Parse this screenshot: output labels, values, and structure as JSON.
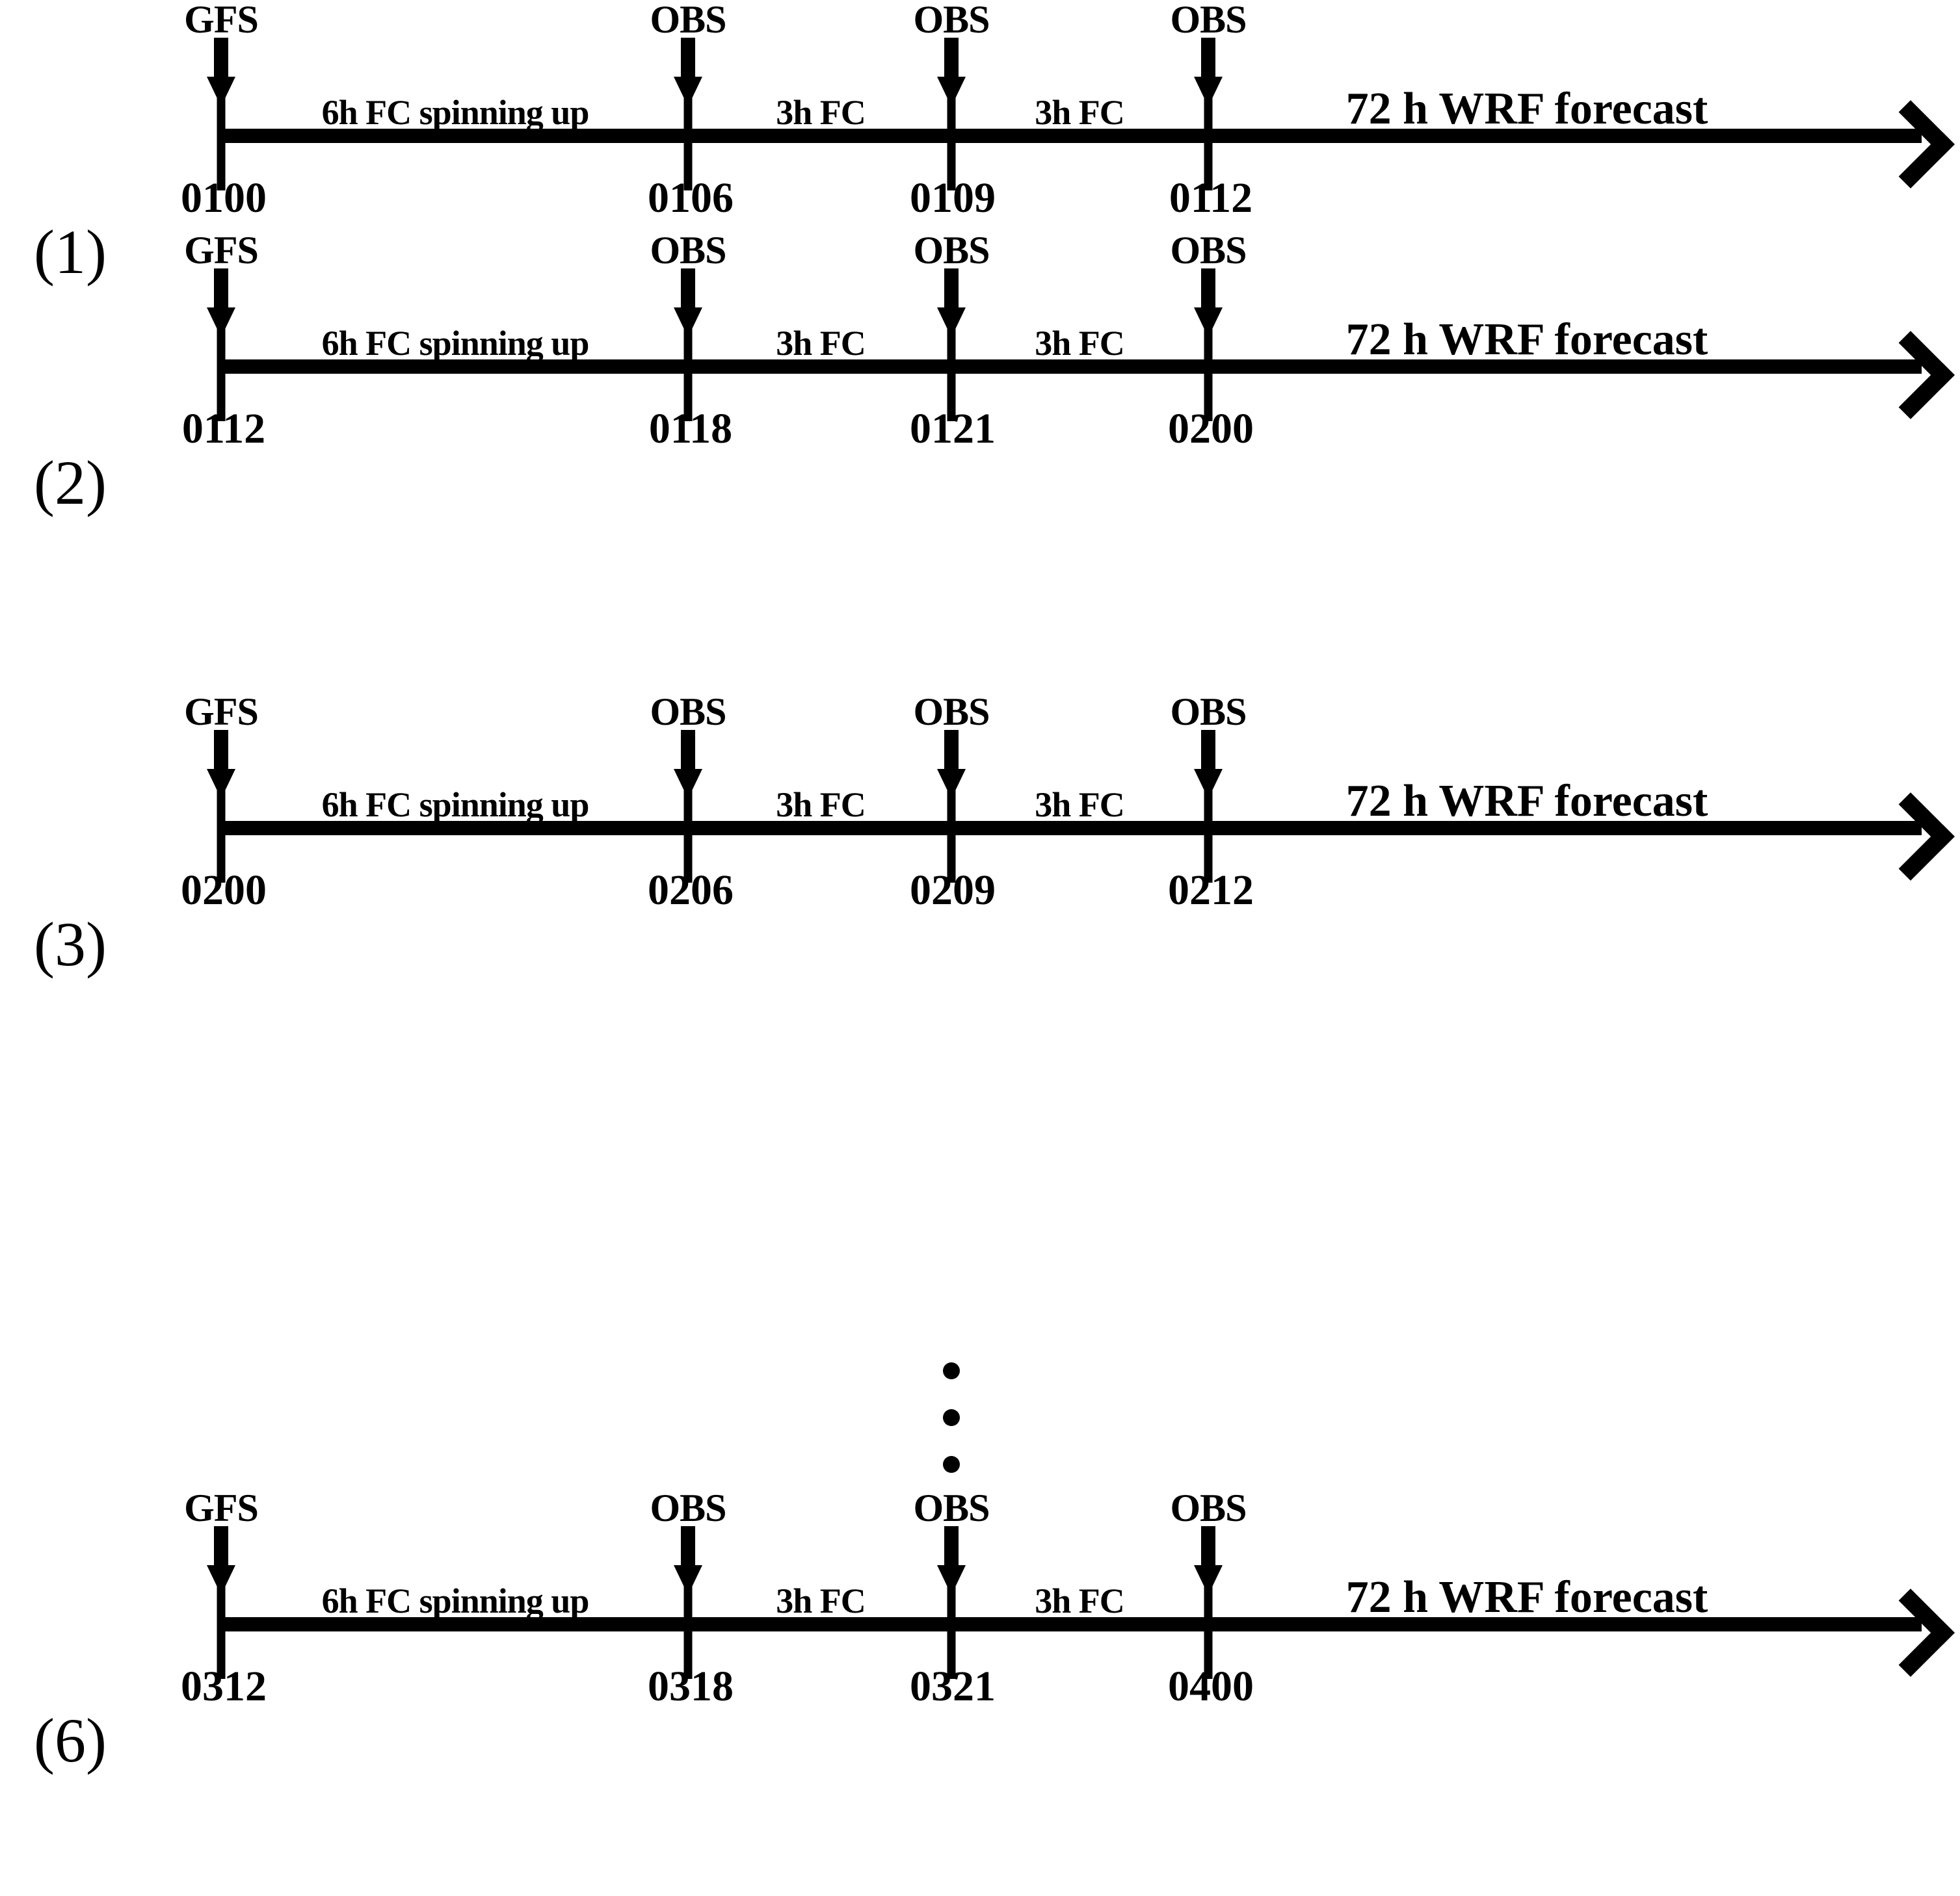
{
  "figure": {
    "type": "timeline-cycling-diagram",
    "background": "#ffffff",
    "ink": "#000000",
    "interval_labels": {
      "spinup": "6h FC spinning up",
      "fc3_a": "3h FC",
      "fc3_b": "3h FC",
      "forecast": "72 h WRF forecast"
    },
    "source_labels": {
      "gfs": "GFS",
      "obs1": "OBS",
      "obs2": "OBS",
      "obs3": "OBS"
    },
    "continuation": "vertical-ellipsis"
  },
  "blocks": [
    {
      "step": "(1)",
      "times": [
        "0100",
        "0106",
        "0109",
        "0112"
      ],
      "sources": [
        "GFS",
        "OBS",
        "OBS",
        "OBS"
      ],
      "intervals": [
        "6h FC spinning up",
        "3h FC",
        "3h FC",
        "72 h WRF forecast"
      ]
    },
    {
      "step": "(2)",
      "times": [
        "0112",
        "0118",
        "0121",
        "0200"
      ],
      "sources": [
        "GFS",
        "OBS",
        "OBS",
        "OBS"
      ],
      "intervals": [
        "6h FC spinning up",
        "3h FC",
        "3h FC",
        "72 h WRF forecast"
      ]
    },
    {
      "step": "(3)",
      "times": [
        "0200",
        "0206",
        "0209",
        "0212"
      ],
      "sources": [
        "GFS",
        "OBS",
        "OBS",
        "OBS"
      ],
      "intervals": [
        "6h FC spinning up",
        "3h FC",
        "3h FC",
        "72 h WRF forecast"
      ]
    },
    {
      "step": "(6)",
      "times": [
        "0312",
        "0318",
        "0321",
        "0400"
      ],
      "sources": [
        "GFS",
        "OBS",
        "OBS",
        "OBS"
      ],
      "intervals": [
        "6h FC spinning up",
        "3h FC",
        "3h FC",
        "72 h WRF forecast"
      ]
    }
  ]
}
